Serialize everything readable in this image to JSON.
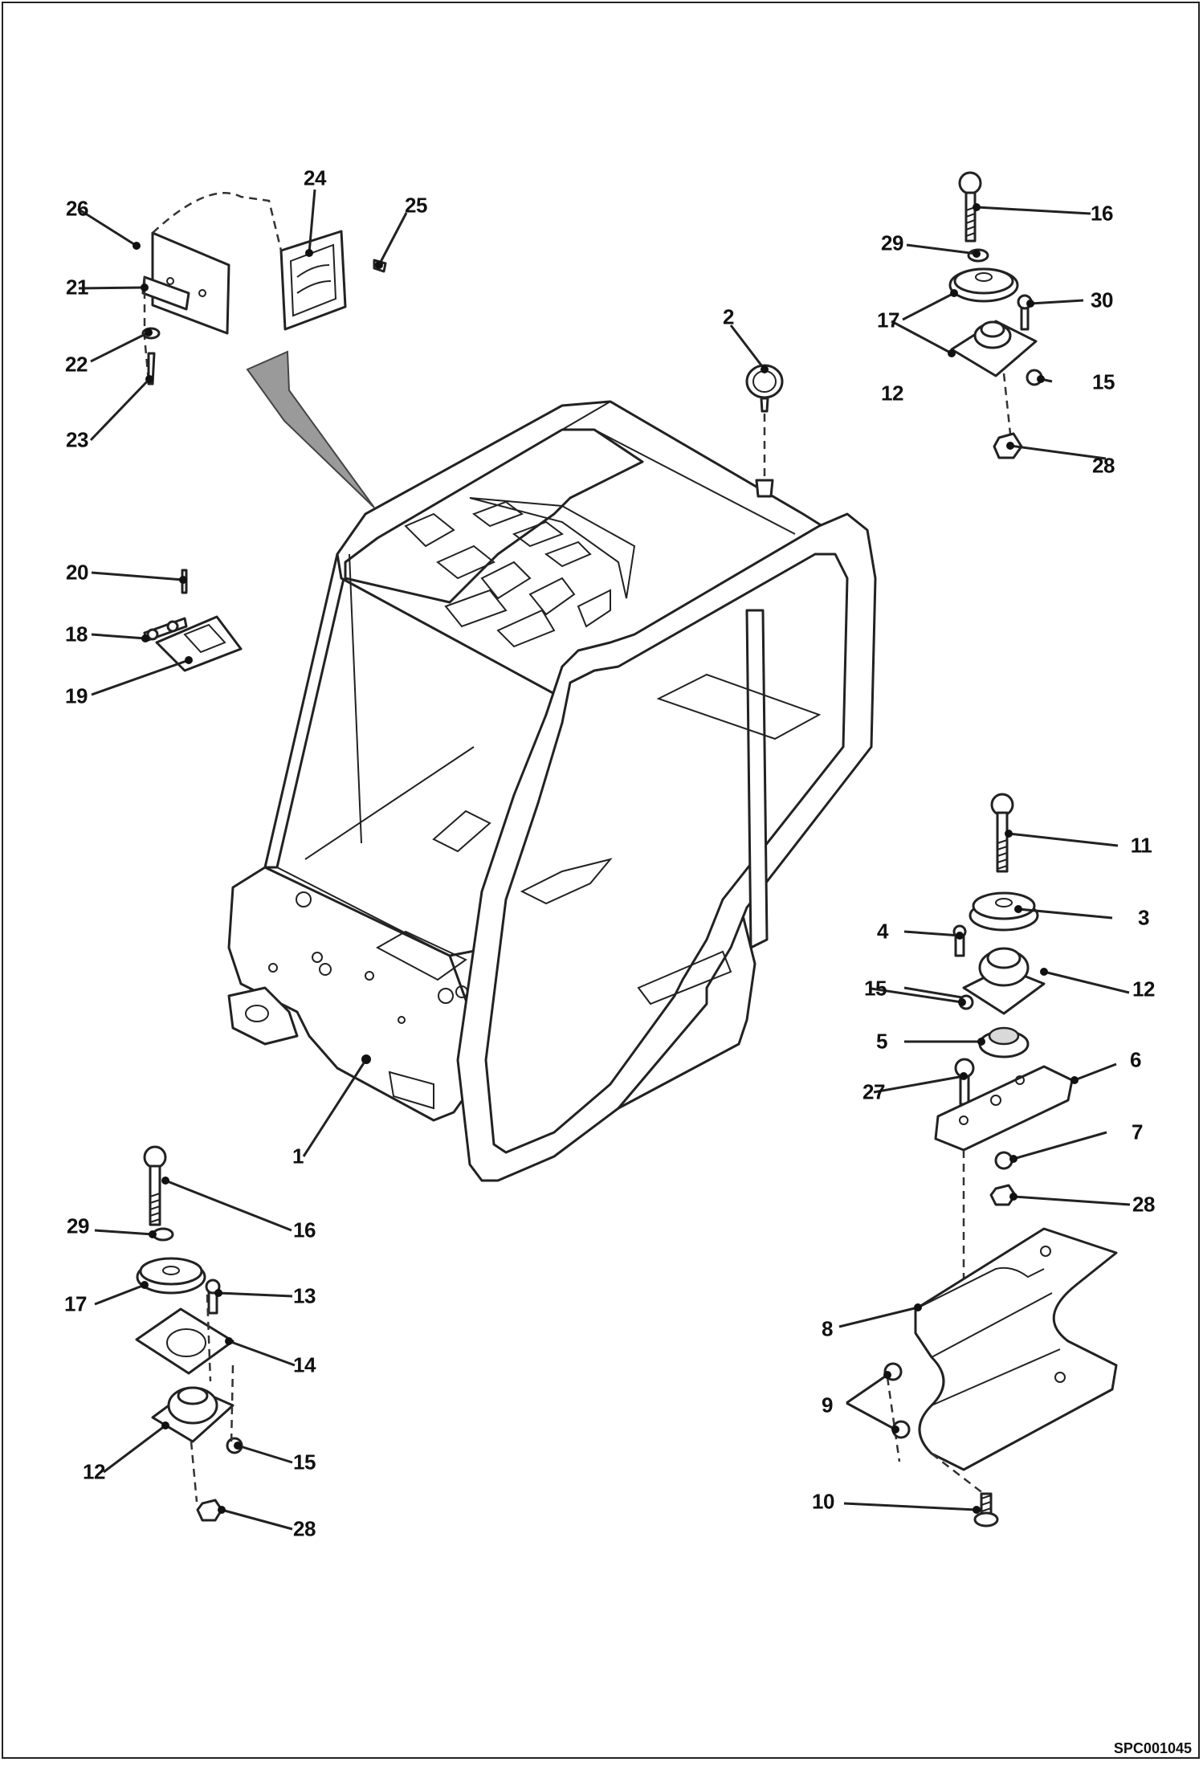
{
  "drawing": {
    "code": "SPC001045",
    "callouts": [
      {
        "id": "c1",
        "label": "1"
      },
      {
        "id": "c2",
        "label": "2"
      },
      {
        "id": "c3",
        "label": "3"
      },
      {
        "id": "c4",
        "label": "4"
      },
      {
        "id": "c5",
        "label": "5"
      },
      {
        "id": "c6",
        "label": "6"
      },
      {
        "id": "c7",
        "label": "7"
      },
      {
        "id": "c8",
        "label": "8"
      },
      {
        "id": "c9",
        "label": "9"
      },
      {
        "id": "c10",
        "label": "10"
      },
      {
        "id": "c11",
        "label": "11"
      },
      {
        "id": "c12a",
        "label": "12"
      },
      {
        "id": "c12b",
        "label": "12"
      },
      {
        "id": "c12c",
        "label": "12"
      },
      {
        "id": "c13",
        "label": "13"
      },
      {
        "id": "c14",
        "label": "14"
      },
      {
        "id": "c15a",
        "label": "15"
      },
      {
        "id": "c15b",
        "label": "15"
      },
      {
        "id": "c15c",
        "label": "15"
      },
      {
        "id": "c16a",
        "label": "16"
      },
      {
        "id": "c16b",
        "label": "16"
      },
      {
        "id": "c17a",
        "label": "17"
      },
      {
        "id": "c17b",
        "label": "17"
      },
      {
        "id": "c18",
        "label": "18"
      },
      {
        "id": "c19",
        "label": "19"
      },
      {
        "id": "c20",
        "label": "20"
      },
      {
        "id": "c21",
        "label": "21"
      },
      {
        "id": "c22",
        "label": "22"
      },
      {
        "id": "c23",
        "label": "23"
      },
      {
        "id": "c24",
        "label": "24"
      },
      {
        "id": "c25",
        "label": "25"
      },
      {
        "id": "c26",
        "label": "26"
      },
      {
        "id": "c27",
        "label": "27"
      },
      {
        "id": "c28a",
        "label": "28"
      },
      {
        "id": "c28b",
        "label": "28"
      },
      {
        "id": "c28c",
        "label": "28"
      },
      {
        "id": "c29a",
        "label": "29"
      },
      {
        "id": "c29b",
        "label": "29"
      },
      {
        "id": "c30",
        "label": "30"
      }
    ]
  }
}
